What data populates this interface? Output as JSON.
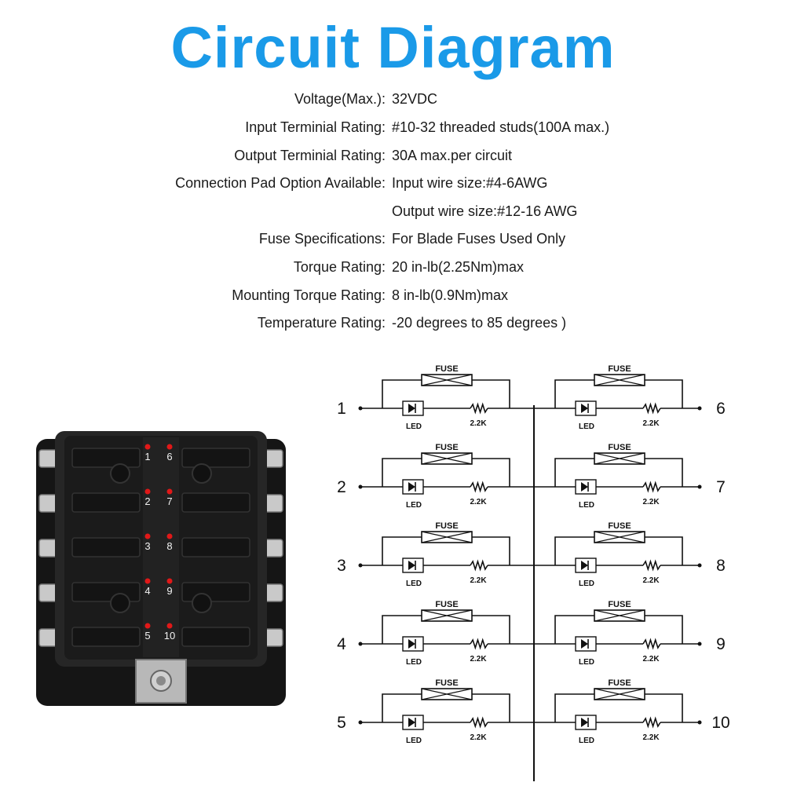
{
  "header": {
    "title": "Circuit Diagram"
  },
  "specs": [
    {
      "label": "Voltage(Max.):",
      "value": "32VDC"
    },
    {
      "label": "Input Terminial Rating:",
      "value": "#10-32 threaded studs(100A max.)"
    },
    {
      "label": "Output Terminial Rating:",
      "value": "30A max.per circuit"
    },
    {
      "label": "Connection Pad Option Available:",
      "value": "Input wire size:#4-6AWG"
    },
    {
      "label": "",
      "value": "Output wire size:#12-16 AWG"
    },
    {
      "label": "Fuse Specifications:",
      "value": "For Blade Fuses Used Only"
    },
    {
      "label": "Torque Rating:",
      "value": "20 in-lb(2.25Nm)max"
    },
    {
      "label": "Mounting Torque Rating:",
      "value": "8 in-lb(0.9Nm)max"
    },
    {
      "label": "Temperature Rating:",
      "value": "-20 degrees to 85 degrees )"
    }
  ],
  "photo": {
    "slot_numbers_left": [
      "1",
      "2",
      "3",
      "4",
      "5"
    ],
    "slot_numbers_right": [
      "6",
      "7",
      "8",
      "9",
      "10"
    ],
    "led_color": "#e01818",
    "body_color": "#1d1d1d"
  },
  "diagram": {
    "left_terminals": [
      "1",
      "2",
      "3",
      "4",
      "5"
    ],
    "right_terminals": [
      "6",
      "7",
      "8",
      "9",
      "10"
    ],
    "fuse_label": "FUSE",
    "led_label": "LED",
    "resistor_label": "2.2K"
  }
}
